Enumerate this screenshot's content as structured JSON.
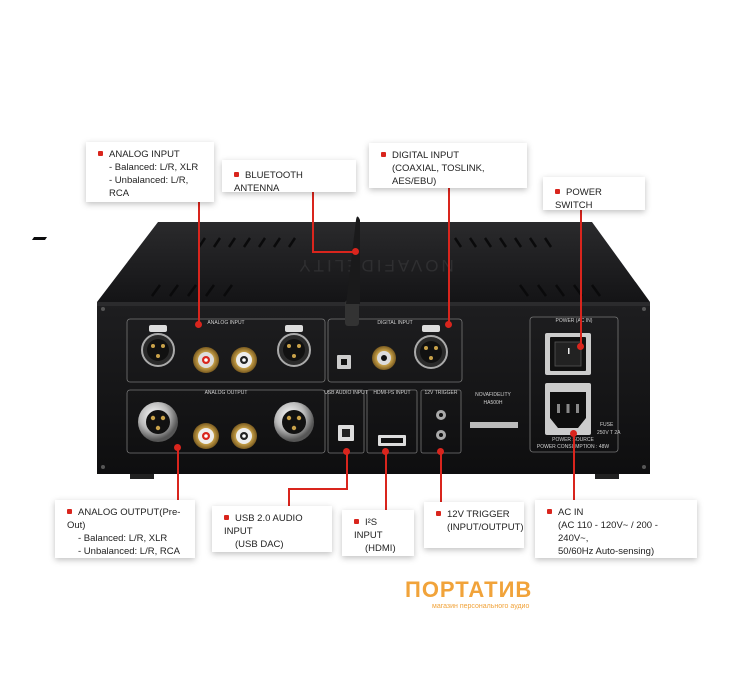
{
  "callouts": {
    "analog_input": {
      "title": "ANALOG INPUT",
      "lines": [
        "- Balanced: L/R, XLR",
        "- Unbalanced: L/R, RCA"
      ]
    },
    "bluetooth": {
      "title": "BLUETOOTH ANTENNA"
    },
    "digital_input": {
      "title": "DIGITAL INPUT",
      "lines": [
        "(COAXIAL, TOSLINK, AES/EBU)"
      ]
    },
    "power_switch": {
      "title": "POWER SWITCH"
    },
    "analog_output": {
      "title": "ANALOG OUTPUT(Pre-Out)",
      "lines": [
        "- Balanced: L/R, XLR",
        "- Unbalanced: L/R, RCA"
      ]
    },
    "usb_input": {
      "title": "USB 2.0 AUDIO INPUT",
      "lines": [
        "(USB DAC)"
      ]
    },
    "i2s_input": {
      "title": "I²S INPUT",
      "lines": [
        "(HDMI)"
      ]
    },
    "trigger": {
      "title": "12V TRIGGER",
      "lines": [
        "(INPUT/OUTPUT)"
      ]
    },
    "ac_in": {
      "title": "AC IN",
      "lines": [
        "(AC 110 - 120V~ / 200 - 240V~,",
        "50/60Hz Auto-sensing)"
      ]
    }
  },
  "panel_labels": {
    "analog_input": "ANALOG INPUT",
    "digital_input": "DIGITAL INPUT",
    "power": "POWER (AC IN)",
    "analog_output": "ANALOG OUTPUT",
    "usb": "USB AUDIO INPUT",
    "hdmi": "HDMI-I²S INPUT",
    "trigger": "12V TRIGGER",
    "brand": "NOVAFIDELITY",
    "model": "HA500H",
    "fuse": "FUSE",
    "fuse_rating": "250V T 2A",
    "power_source": "POWER SOURCE",
    "power_consumption": "POWER CONSUMPTION : 48W",
    "top_brand": "NOVAFIDELITY"
  },
  "logo": {
    "text": "ПОРТАТИВ",
    "sub": "магазин персонального аудио",
    "color": "#f1a33a"
  },
  "colors": {
    "accent": "#d9251d",
    "chassis": "#1c1c1e",
    "panel": "#101011"
  }
}
